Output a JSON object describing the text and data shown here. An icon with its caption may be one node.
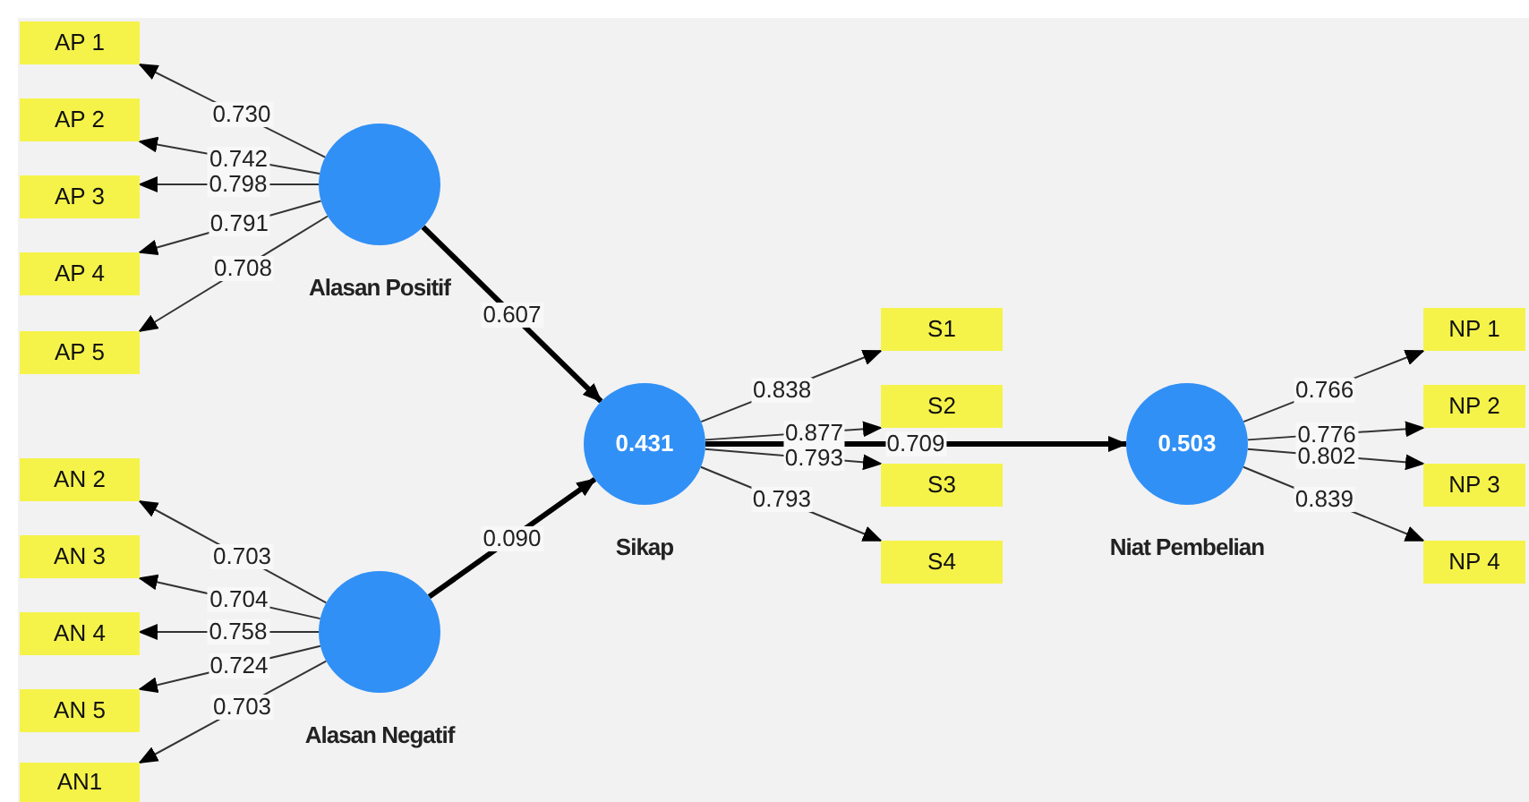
{
  "diagram": {
    "nodes": [
      {
        "text": [
          "AP 1"
        ]
      },
      {
        "text": [
          "AP 2"
        ]
      },
      {
        "text": [
          "AP 3"
        ]
      },
      {
        "text": [
          "AP 4"
        ]
      },
      {
        "text": [
          "AP 5"
        ]
      },
      {
        "text": [
          "Alasan Positif"
        ]
      },
      {
        "text": [
          "AN 2"
        ]
      },
      {
        "text": [
          "AN 3"
        ]
      },
      {
        "text": [
          "AN 4"
        ]
      },
      {
        "text": [
          "AN 5"
        ]
      },
      {
        "text": [
          "AN1"
        ]
      },
      {
        "text": [
          "Alasan Negatif"
        ]
      },
      {
        "text": [
          "0.431",
          "Sikap"
        ]
      },
      {
        "text": [
          "S1"
        ]
      },
      {
        "text": [
          "S2"
        ]
      },
      {
        "text": [
          "S3"
        ]
      },
      {
        "text": [
          "S4"
        ]
      },
      {
        "text": [
          "0.503",
          "Niat Pembelian"
        ]
      },
      {
        "text": [
          "NP 1"
        ]
      },
      {
        "text": [
          "NP 2"
        ]
      },
      {
        "text": [
          "NP 3"
        ]
      },
      {
        "text": [
          "NP 4"
        ]
      }
    ],
    "edges": [
      {
        "from": 5,
        "to": 0,
        "arrow": "to",
        "label": "0.730"
      },
      {
        "from": 5,
        "to": 1,
        "arrow": "to",
        "label": "0.742"
      },
      {
        "from": 5,
        "to": 2,
        "arrow": "to",
        "label": "0.798"
      },
      {
        "from": 5,
        "to": 3,
        "arrow": "to",
        "label": "0.791"
      },
      {
        "from": 5,
        "to": 4,
        "arrow": "to",
        "label": "0.708"
      },
      {
        "from": 11,
        "to": 6,
        "arrow": "to",
        "label": "0.703"
      },
      {
        "from": 11,
        "to": 7,
        "arrow": "to",
        "label": "0.704"
      },
      {
        "from": 11,
        "to": 8,
        "arrow": "to",
        "label": "0.758"
      },
      {
        "from": 11,
        "to": 9,
        "arrow": "to",
        "label": "0.724"
      },
      {
        "from": 11,
        "to": 10,
        "arrow": "to",
        "label": "0.703"
      },
      {
        "from": 5,
        "to": 12,
        "arrow": "to",
        "label": "0.607",
        "style": "thick"
      },
      {
        "from": 11,
        "to": 12,
        "arrow": "to",
        "label": "0.090",
        "style": "thick"
      },
      {
        "from": 12,
        "to": 13,
        "arrow": "to",
        "label": "0.838"
      },
      {
        "from": 12,
        "to": 14,
        "arrow": "to",
        "label": "0.877"
      },
      {
        "from": 12,
        "to": 15,
        "arrow": "to",
        "label": "0.793"
      },
      {
        "from": 12,
        "to": 16,
        "arrow": "to",
        "label": "0.793"
      },
      {
        "from": 12,
        "to": 17,
        "arrow": "to",
        "label": "0.709",
        "style": "thick"
      },
      {
        "from": 17,
        "to": 18,
        "arrow": "to",
        "label": "0.766"
      },
      {
        "from": 17,
        "to": 19,
        "arrow": "to",
        "label": "0.776"
      },
      {
        "from": 17,
        "to": 20,
        "arrow": "to",
        "label": "0.802"
      },
      {
        "from": 17,
        "to": 21,
        "arrow": "to",
        "label": "0.839"
      }
    ]
  }
}
